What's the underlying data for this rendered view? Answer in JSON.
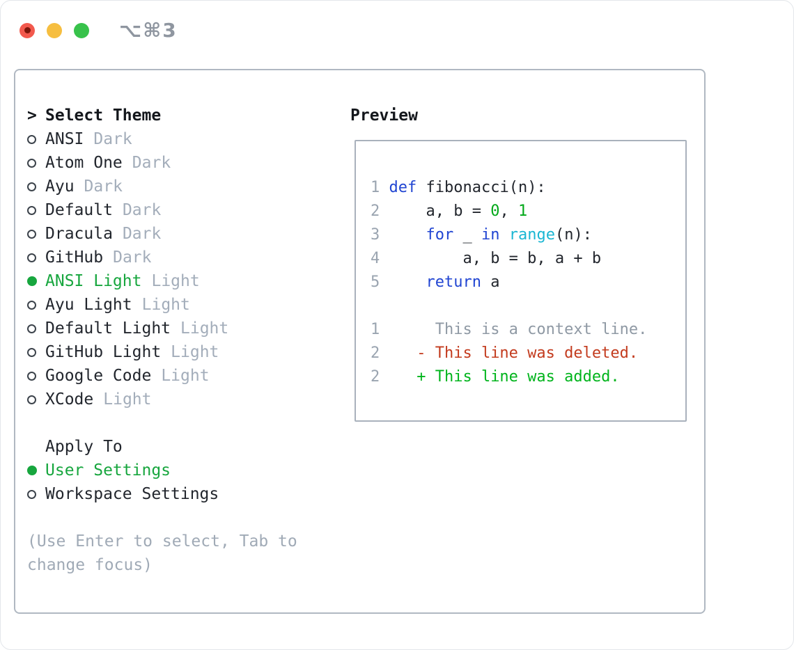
{
  "window": {
    "title": "⌥⌘3"
  },
  "colors": {
    "keyword": "#2145d2",
    "function": "#1ab6d3",
    "number": "#00a818",
    "added": "#00b41c",
    "deleted": "#c33b1e",
    "context": "#8f99a4",
    "line_number": "#9aa4b0",
    "selected_green": "#17a63e",
    "muted": "#a3adba",
    "text": "#22262d",
    "traffic_close": "#f2594d",
    "traffic_close_dot": "#7c150a",
    "traffic_minimize": "#f6be40",
    "traffic_zoom": "#38c24b"
  },
  "theme_picker": {
    "prompt": ">",
    "heading": "Select Theme",
    "items": [
      {
        "name": "ANSI",
        "tag": "Dark",
        "selected": false
      },
      {
        "name": "Atom One",
        "tag": "Dark",
        "selected": false
      },
      {
        "name": "Ayu",
        "tag": "Dark",
        "selected": false
      },
      {
        "name": "Default",
        "tag": "Dark",
        "selected": false
      },
      {
        "name": "Dracula",
        "tag": "Dark",
        "selected": false
      },
      {
        "name": "GitHub",
        "tag": "Dark",
        "selected": false
      },
      {
        "name": "ANSI Light",
        "tag": "Light",
        "selected": true
      },
      {
        "name": "Ayu Light",
        "tag": "Light",
        "selected": false
      },
      {
        "name": "Default Light",
        "tag": "Light",
        "selected": false
      },
      {
        "name": "GitHub Light",
        "tag": "Light",
        "selected": false
      },
      {
        "name": "Google Code",
        "tag": "Light",
        "selected": false
      },
      {
        "name": "XCode",
        "tag": "Light",
        "selected": false
      }
    ]
  },
  "apply_to": {
    "heading": "Apply To",
    "options": [
      {
        "label": "User Settings",
        "selected": true
      },
      {
        "label": "Workspace Settings",
        "selected": false
      }
    ]
  },
  "help_text": "(Use Enter to select, Tab to change focus)",
  "preview": {
    "heading": "Preview",
    "code_lines": [
      {
        "num": "1",
        "tokens": [
          [
            "plain",
            " "
          ],
          [
            "kw",
            "def"
          ],
          [
            "plain",
            " fibonacci(n):"
          ]
        ]
      },
      {
        "num": "2",
        "tokens": [
          [
            "plain",
            "     a, b = "
          ],
          [
            "num",
            "0"
          ],
          [
            "plain",
            ", "
          ],
          [
            "num",
            "1"
          ]
        ]
      },
      {
        "num": "3",
        "tokens": [
          [
            "plain",
            "     "
          ],
          [
            "kw",
            "for"
          ],
          [
            "plain",
            " _ "
          ],
          [
            "kw",
            "in"
          ],
          [
            "plain",
            " "
          ],
          [
            "fn",
            "range"
          ],
          [
            "plain",
            "(n):"
          ]
        ]
      },
      {
        "num": "4",
        "tokens": [
          [
            "plain",
            "         a, b = b, a + b"
          ]
        ]
      },
      {
        "num": "5",
        "tokens": [
          [
            "plain",
            "     "
          ],
          [
            "kw",
            "return"
          ],
          [
            "plain",
            " a"
          ]
        ]
      }
    ],
    "diff_lines": [
      {
        "num": "1",
        "tokens": [
          [
            "ctx",
            "      This is a context line."
          ]
        ]
      },
      {
        "num": "2",
        "tokens": [
          [
            "del",
            "    - This line was deleted."
          ]
        ]
      },
      {
        "num": "2",
        "tokens": [
          [
            "add",
            "    + This line was added."
          ]
        ]
      }
    ]
  }
}
